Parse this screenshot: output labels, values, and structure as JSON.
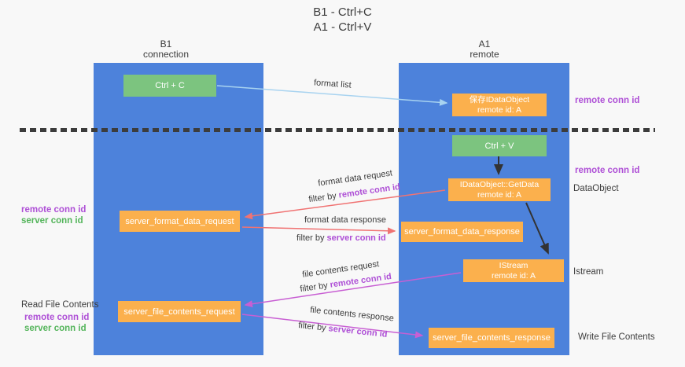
{
  "title": {
    "line1": "B1 - Ctrl+C",
    "line2": "A1 - Ctrl+V"
  },
  "columns": {
    "left": {
      "title": "B1",
      "subtitle": "connection"
    },
    "right": {
      "title": "A1",
      "subtitle": "remote"
    }
  },
  "boxes": {
    "ctrl_c": {
      "label": "Ctrl + C"
    },
    "ctrl_v": {
      "label": "Ctrl + V"
    },
    "save_dataobject": {
      "line1": "保存IDataObject",
      "line2": "remote id: A"
    },
    "getdata": {
      "line1": "IDataObject::GetData",
      "line2": "remote id: A"
    },
    "istream": {
      "line1": "IStream",
      "line2": "remote id: A"
    },
    "format_request": {
      "label": "server_format_data_request"
    },
    "format_response": {
      "label": "server_format_data_response"
    },
    "file_request": {
      "label": "server_file_contents_request"
    },
    "file_response": {
      "label": "server_file_contents_response"
    }
  },
  "arrow_labels": {
    "format_list": "format list",
    "format_data_request": "format data request",
    "format_data_response": "format data response",
    "file_contents_request": "file contents request",
    "file_contents_response": "file contents response",
    "filter_by": "filter by ",
    "remote_conn_id": "remote conn id",
    "server_conn_id": "server conn id"
  },
  "side_labels": {
    "remote_conn_id_top_right": "remote conn id",
    "remote_conn_id_mid_right": "remote conn id",
    "dataobject": "DataObject",
    "istream": "Istream",
    "write_file_contents": "Write File Contents",
    "remote_conn_id_left": "remote conn id",
    "server_conn_id_left": "server conn id",
    "read_file_contents": "Read File Contents",
    "remote_conn_id_bottom_left": "remote conn id",
    "server_conn_id_bottom_left": "server conn id"
  },
  "colors": {
    "blue": "#4D82DB",
    "green": "#7CC47F",
    "orange": "#FBB04D",
    "purple": "#AE4FD6",
    "green_text": "#53B45A",
    "salmon": "#F07373",
    "magenta": "#C85FD3",
    "light_blue": "#A8D3F0",
    "ink": "#3C3C3C",
    "background": "#F8F8F8"
  }
}
